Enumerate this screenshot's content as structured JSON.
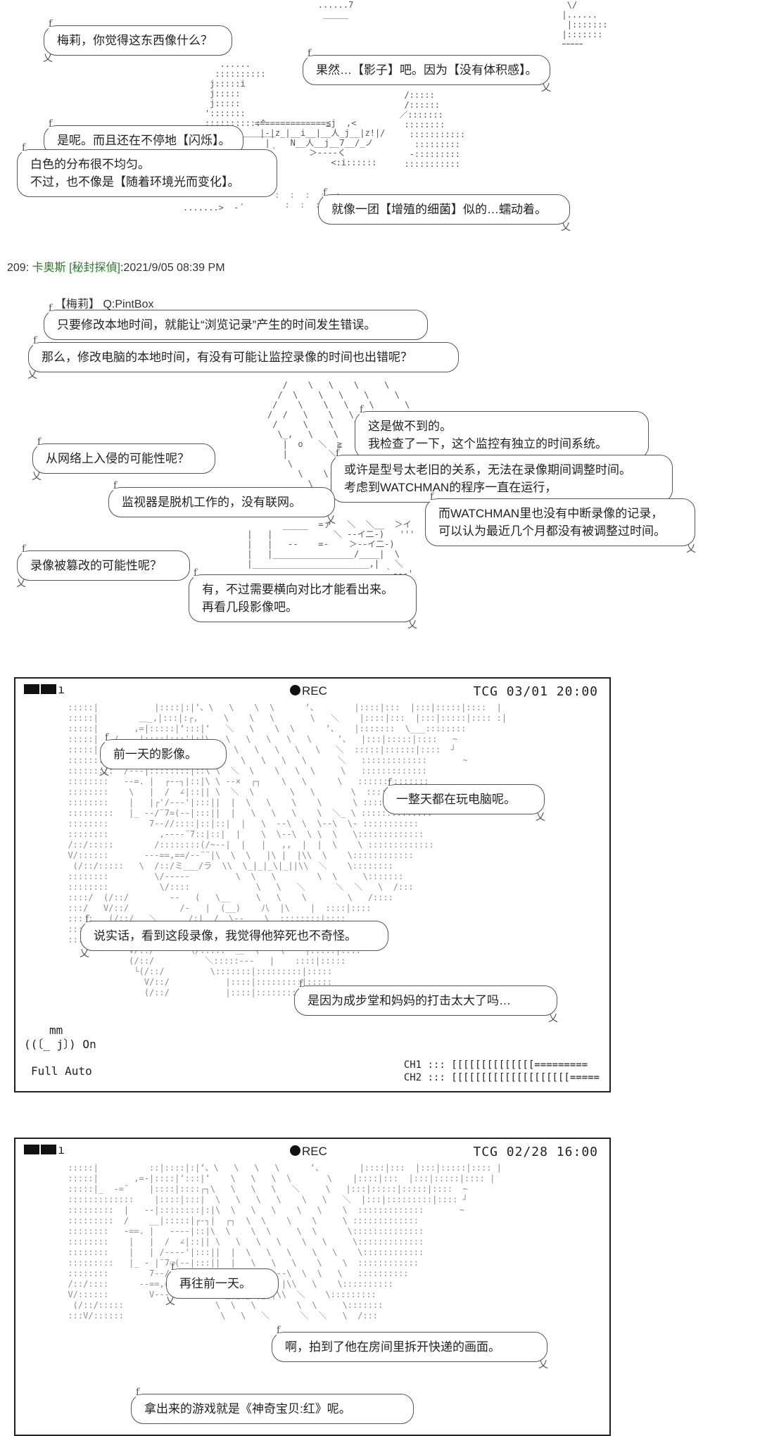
{
  "scene1": {
    "b1": "梅莉，你觉得这东西像什么？",
    "b2": "果然…【影子】吧。因为【没有体积感】。",
    "b3": "是呢。而且还在不停地【闪烁】。",
    "b4_l1": "白色的分布很不均匀。",
    "b4_l2": "不过，也不像是【随着环境光而变化】。",
    "b5": "就像一团【增殖的细菌】似的…蠕动着。"
  },
  "post": {
    "number": "209:",
    "name": "卡奥斯",
    "trip": "[秘封探偵]",
    "datetime": ":2021/9/05 08:39 PM"
  },
  "scene2": {
    "speaker_label": "【梅莉】 Q:PintBox",
    "q1": "只要修改本地时间，就能让“浏览记录”产生的时间发生错误。",
    "q2": "那么，修改电脑的本地时间，有没有可能让监控录像的时间也出错呢？",
    "a1_l1": "这是做不到的。",
    "a1_l2": "我检查了一下，这个监控有独立的时间系统。",
    "q3": "从网络上入侵的可能性呢？",
    "a2_l1": "或许是型号太老旧的关系，无法在录像期间调整时间。",
    "a2_l2": "考虑到WATCHMAN的程序一直在运行，",
    "a3": "监视器是脱机工作的，没有联网。",
    "a4_l1": "而WATCHMAN里也没有中断录像的记录，",
    "a4_l2": "可以认为最近几个月都没有被调整过时间。",
    "q4": "录像被篡改的可能性呢？",
    "a5_l1": "有，不过需要横向对比才能看出来。",
    "a5_l2": "再看几段影像吧。"
  },
  "panel1": {
    "status": "ı",
    "rec": "REC",
    "timestamp": "TCG 03/01 20:00",
    "mode_on": "((〔_ j〕) On",
    "mode_auto": "Full Auto",
    "mm": "mm",
    "ch1": "CH1",
    "ch2": "CH2",
    "b1": "前一天的影像。",
    "b2": "一整天都在玩电脑呢。",
    "b3": "说实话，看到这段录像，我觉得他猝死也不奇怪。",
    "b4": "是因为成步堂和妈妈的打击太大了吗…"
  },
  "panel2": {
    "status": "ı",
    "rec": "REC",
    "timestamp": "TCG 02/28 16:00",
    "b1": "再往前一天。",
    "b2": "啊，拍到了他在房间里拆开快递的画面。",
    "b3": "拿出来的游戏就是《神奇宝贝:红》呢。"
  },
  "colors": {
    "text": "#222222",
    "border": "#555555",
    "post_name": "#2a7a2a",
    "panel_border": "#222222"
  }
}
